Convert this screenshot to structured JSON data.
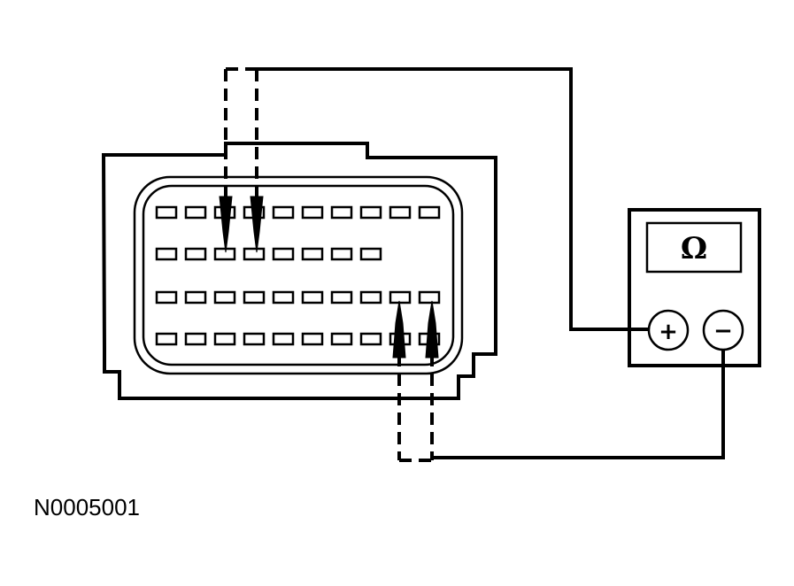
{
  "figure": {
    "reference_code": "N0005001"
  },
  "meter": {
    "display_symbol": "Ω",
    "positive_terminal": "+",
    "negative_terminal": "−"
  },
  "connector": {
    "rows": [
      {
        "pins": 10
      },
      {
        "pins": 8
      },
      {
        "pins": 10
      },
      {
        "pins": 10
      }
    ]
  }
}
